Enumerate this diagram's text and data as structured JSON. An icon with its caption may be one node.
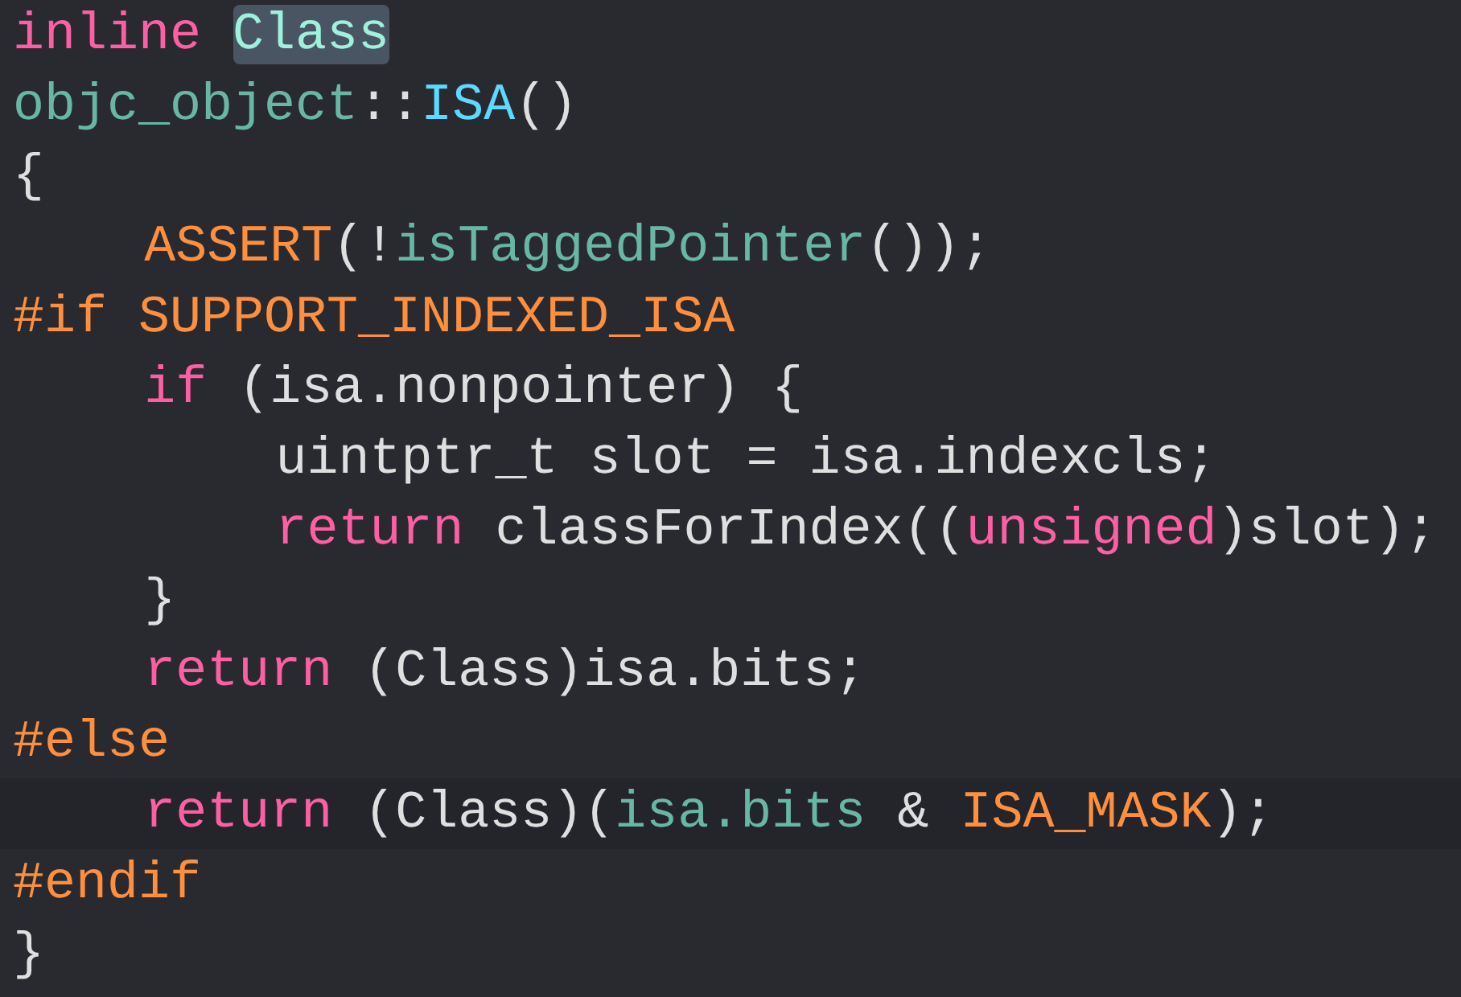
{
  "diagram": {
    "labels": [
      "inline Class",
      "objc_object::ISA()",
      "{",
      "ASSERT(!isTaggedPointer());",
      "#if SUPPORT_INDEXED_ISA",
      "if (isa.nonpointer) {",
      "uintptr_t slot = isa.indexcls;",
      "return classForIndex((unsigned)slot);",
      "}",
      "return (Class)isa.bits;",
      "#else",
      "return (Class)(isa.bits & ISA_MASK);",
      "#endif",
      "}"
    ]
  }
}
